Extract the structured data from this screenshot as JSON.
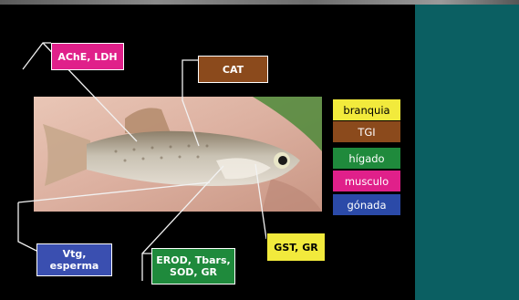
{
  "labels": {
    "ache_ldh": "AChE, LDH",
    "cat": "CAT",
    "vtg_esperma": "Vtg,\nesperma",
    "erod": "EROD, Tbars,\nSOD, GR",
    "gst_gr": "GST, GR"
  },
  "legend": [
    {
      "label": "branquia",
      "color": "#f2ea3c",
      "text_color": "#000000"
    },
    {
      "label": "TGI",
      "color": "#8b4a1c",
      "text_color": "#ffffff"
    },
    {
      "label": "hígado",
      "color": "#1f8a3c",
      "text_color": "#ffffff"
    },
    {
      "label": "musculo",
      "color": "#e0208a",
      "text_color": "#ffffff"
    },
    {
      "label": "gónada",
      "color": "#2b4aa8",
      "text_color": "#ffffff"
    }
  ],
  "colors": {
    "background": "#000000",
    "teal_panel": "#0b5f62",
    "pink": "#e0208a",
    "brown": "#8b4a1c",
    "blue": "#3a4fb0",
    "green": "#1f8a3c",
    "yellow": "#f2ea3c"
  }
}
